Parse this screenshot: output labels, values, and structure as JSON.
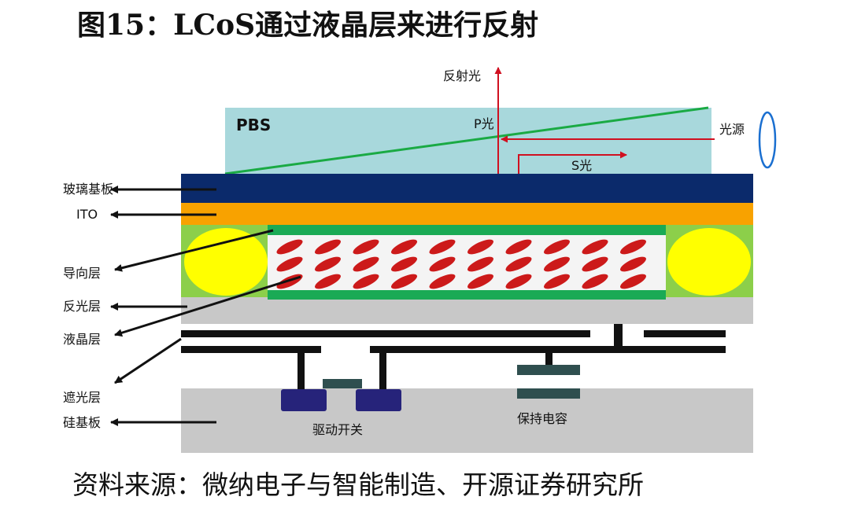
{
  "title": "图15：LCoS通过液晶层来进行反射",
  "source": "资料来源：微纳电子与智能制造、开源证券研究所",
  "diagram": {
    "pbs_label": "PBS",
    "reflected_light_label": "反射光",
    "p_light_label": "P光",
    "s_light_label": "S光",
    "light_source_label": "光源",
    "layer_labels": {
      "glass": "玻璃基板",
      "ito": "ITO",
      "alignment": "导向层",
      "reflective": "反光层",
      "liquid_crystal": "液晶层",
      "shading": "遮光层",
      "silicon": "硅基板"
    },
    "drive_switch_label": "驱动开关",
    "storage_capacitor_label": "保持电容"
  },
  "colors": {
    "pbs": "#a8d8dc",
    "glass": "#0b2a6b",
    "ito": "#f8a200",
    "green_frame": "#8ccf4a",
    "alignment": "#1aaa55",
    "spacer": "#ffff00",
    "crystal": "#cc1a1a",
    "grey": "#c8c8c8",
    "metal": "#111111",
    "switch": "#26237a",
    "capacitor": "#2f4f4f",
    "light_red": "#d01020",
    "green_line": "#1aaa44",
    "lens": "#1a6fd0"
  }
}
